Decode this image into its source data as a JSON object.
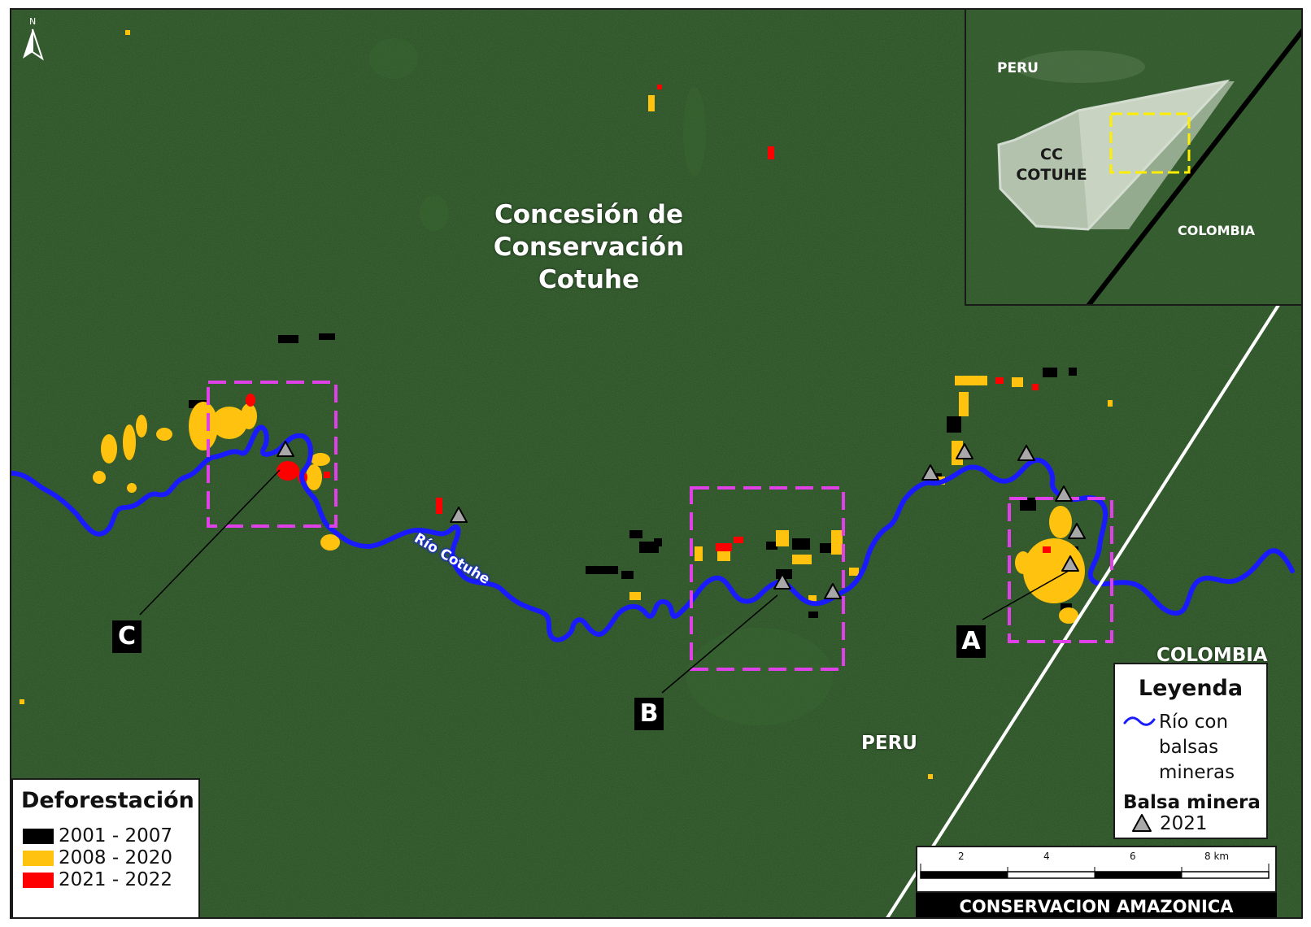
{
  "map": {
    "title_lines": [
      "Concesión de",
      "Conservación",
      "Cotuhe"
    ],
    "river_label": "Río Cotuhe",
    "country_labels": {
      "peru": "PERU",
      "colombia": "COLOMBIA"
    },
    "north_label": "N",
    "site_markers": {
      "a": "A",
      "b": "B",
      "c": "C"
    },
    "colors": {
      "forest": "#284e22",
      "river": "#1a1aff",
      "study_box": "#e040e8",
      "border_line": "#ffffff",
      "defor_2001_2007": "#000000",
      "defor_2008_2020": "#ffc20e",
      "defor_2021_2022": "#ff0000",
      "raft_fill": "#a8a8a8"
    }
  },
  "inset": {
    "peru": "PERU",
    "colombia": "COLOMBIA",
    "cc_lines": [
      "CC",
      "COTUHE"
    ],
    "colors": {
      "concession_fill": "#d6dfcf",
      "focus_box": "#ffee00"
    }
  },
  "deforestation_legend": {
    "title": "Deforestación",
    "items": [
      {
        "label": "2001 - 2007",
        "color": "#000000"
      },
      {
        "label": "2008 - 2020",
        "color": "#ffc20e"
      },
      {
        "label": "2021 - 2022",
        "color": "#ff0000"
      }
    ]
  },
  "legend": {
    "title": "Leyenda",
    "river_lines": [
      "Río con",
      "balsas",
      "mineras"
    ],
    "raft_title": "Balsa minera",
    "raft_year": "2021"
  },
  "scale": {
    "ticks": [
      "2",
      "4",
      "6",
      "8 km"
    ]
  },
  "credit": "CONSERVACION AMAZONICA"
}
